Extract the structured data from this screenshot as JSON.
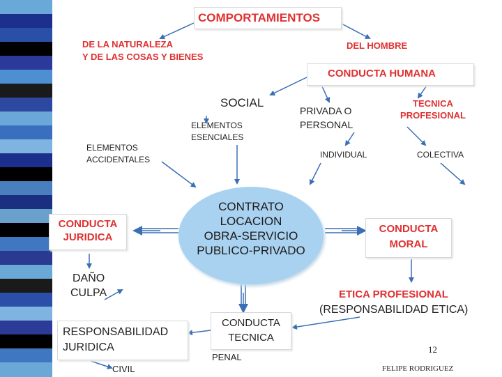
{
  "colors": {
    "accent_red": "#e03030",
    "oval_blue": "#a9d1f0",
    "arrow_blue": "#3a6fb5"
  },
  "title": "COMPORTAMIENTOS",
  "naturaleza": {
    "line1": "DE LA NATURALEZA",
    "line2": "Y DE LAS COSAS Y BIENES"
  },
  "hombre": "DEL HOMBRE",
  "conducta_humana": "CONDUCTA HUMANA",
  "social": "SOCIAL",
  "privada": {
    "line1": "PRIVADA O",
    "line2": "PERSONAL"
  },
  "tecnica_profesional": {
    "line1": "TECNICA",
    "line2": "PROFESIONAL"
  },
  "elementos_esenciales": {
    "line1": "ELEMENTOS",
    "line2": "ESENCIALES"
  },
  "elementos_accidentales": {
    "line1": "ELEMENTOS",
    "line2": "ACCIDENTALES"
  },
  "individual": "INDIVIDUAL",
  "colectiva": "COLECTIVA",
  "contrato": {
    "line1": "CONTRATO",
    "line2": "LOCACION",
    "line3": "OBRA-SERVICIO",
    "line4": "PUBLICO-PRIVADO"
  },
  "conducta_juridica": {
    "line1": "CONDUCTA",
    "line2": "JURIDICA"
  },
  "conducta_moral": {
    "line1": "CONDUCTA",
    "line2": "MORAL"
  },
  "dano_culpa": {
    "line1": "DAÑO",
    "line2": "CULPA"
  },
  "etica": {
    "line1": "ETICA PROFESIONAL",
    "line2": "(RESPONSABILIDAD ETICA)"
  },
  "responsabilidad": {
    "line1": "RESPONSABILIDAD",
    "line2": "JURIDICA"
  },
  "conducta_tecnica": {
    "line1": "CONDUCTA",
    "line2": "TECNICA"
  },
  "penal": "PENAL",
  "civil": "CIVIL",
  "page_number": "12",
  "author": "FELIPE RODRIGUEZ",
  "stripe_colors": [
    "#6aa8d8",
    "#1c2f8c",
    "#2a4fa8",
    "#000000",
    "#2b3a9a",
    "#4d8fd0",
    "#1a1a1a",
    "#2c48a0",
    "#6aa8d8",
    "#3a6fc0",
    "#7fb3e0",
    "#1c2f8c",
    "#000000",
    "#4a7fbf",
    "#1a2f80",
    "#6aa0cc",
    "#000000",
    "#3f78c0",
    "#2a3a90",
    "#6aa8d8",
    "#1a1a1a",
    "#2b4fa8",
    "#7fb3e0",
    "#2c3a98",
    "#000000",
    "#3f78c0",
    "#6aa8d8"
  ]
}
